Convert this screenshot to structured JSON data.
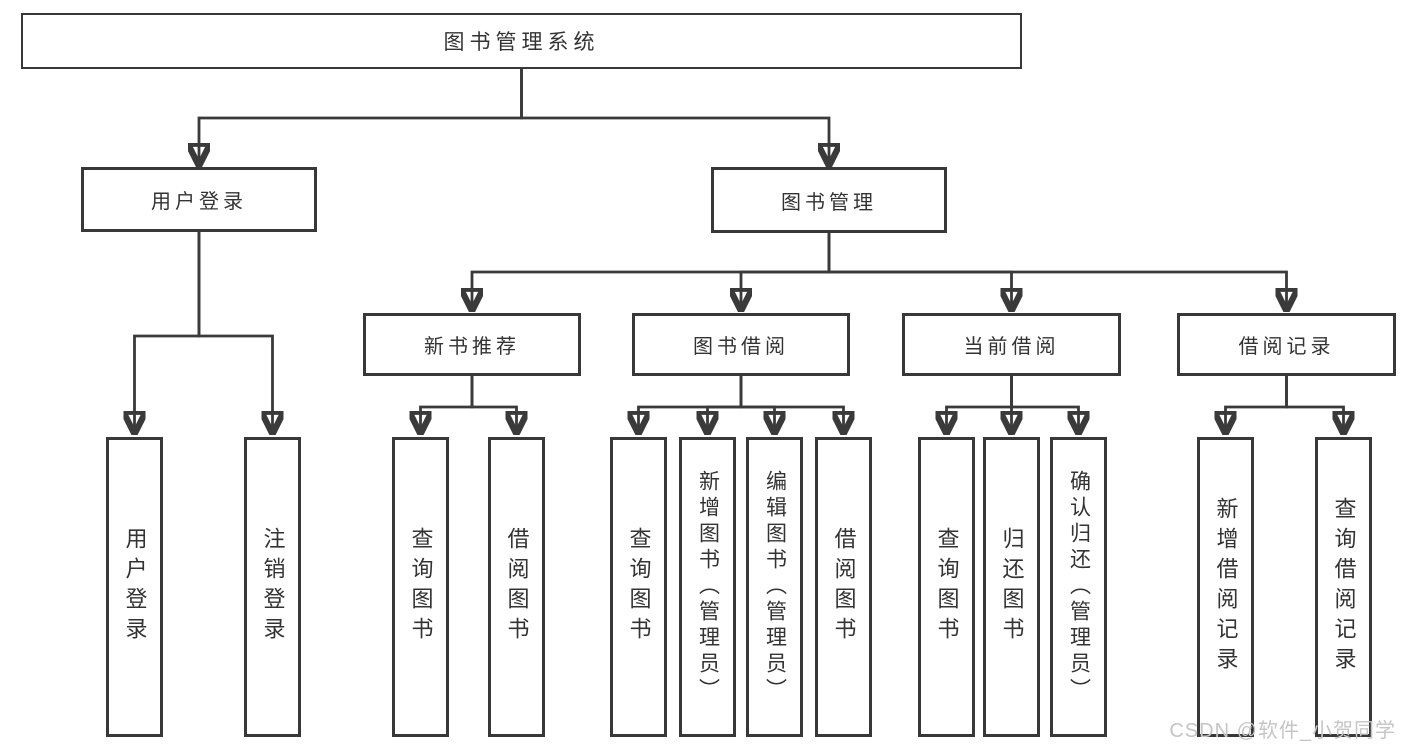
{
  "diagram": {
    "root": {
      "label": "图书管理系统"
    },
    "branches": [
      {
        "label": "用户登录",
        "children": [
          {
            "label": "用户登录"
          },
          {
            "label": "注销登录"
          }
        ]
      },
      {
        "label": "图书管理",
        "children": [
          {
            "label": "新书推荐",
            "children": [
              {
                "label": "查询图书"
              },
              {
                "label": "借阅图书"
              }
            ]
          },
          {
            "label": "图书借阅",
            "children": [
              {
                "label": "查询图书"
              },
              {
                "label": "新增图书（管理员）"
              },
              {
                "label": "编辑图书（管理员）"
              },
              {
                "label": "借阅图书"
              }
            ]
          },
          {
            "label": "当前借阅",
            "children": [
              {
                "label": "查询图书"
              },
              {
                "label": "归还图书"
              },
              {
                "label": "确认归还（管理员）"
              }
            ]
          },
          {
            "label": "借阅记录",
            "children": [
              {
                "label": "新增借阅记录"
              },
              {
                "label": "查询借阅记录"
              }
            ]
          }
        ]
      }
    ],
    "watermark": "CSDN @软件_小贺同学",
    "colors": {
      "line": "#3a3a3a",
      "box_border": "#383838",
      "text": "#333333",
      "watermark": "#c5c5c5",
      "background": "#ffffff"
    }
  }
}
